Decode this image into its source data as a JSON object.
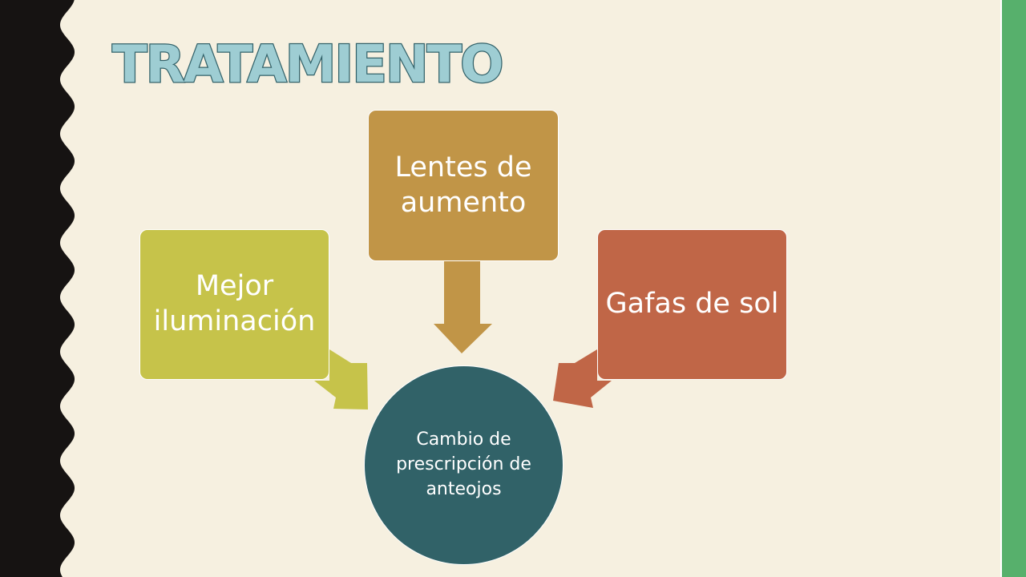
{
  "title": "TRATAMIENTO",
  "nodes": {
    "center": "Cambio de prescripción de anteojos",
    "left": "Mejor iluminación",
    "top": "Lentes de aumento",
    "right": "Gafas de sol"
  },
  "colors": {
    "background": "#f6f0e0",
    "left_edge": "#161312",
    "right_edge": "#57b06c",
    "title_fill": "#9ecdd3",
    "title_outline": "#33626a",
    "left_node": "#c6c34a",
    "top_node": "#c19547",
    "right_node": "#c06647",
    "center_node": "#316268"
  }
}
